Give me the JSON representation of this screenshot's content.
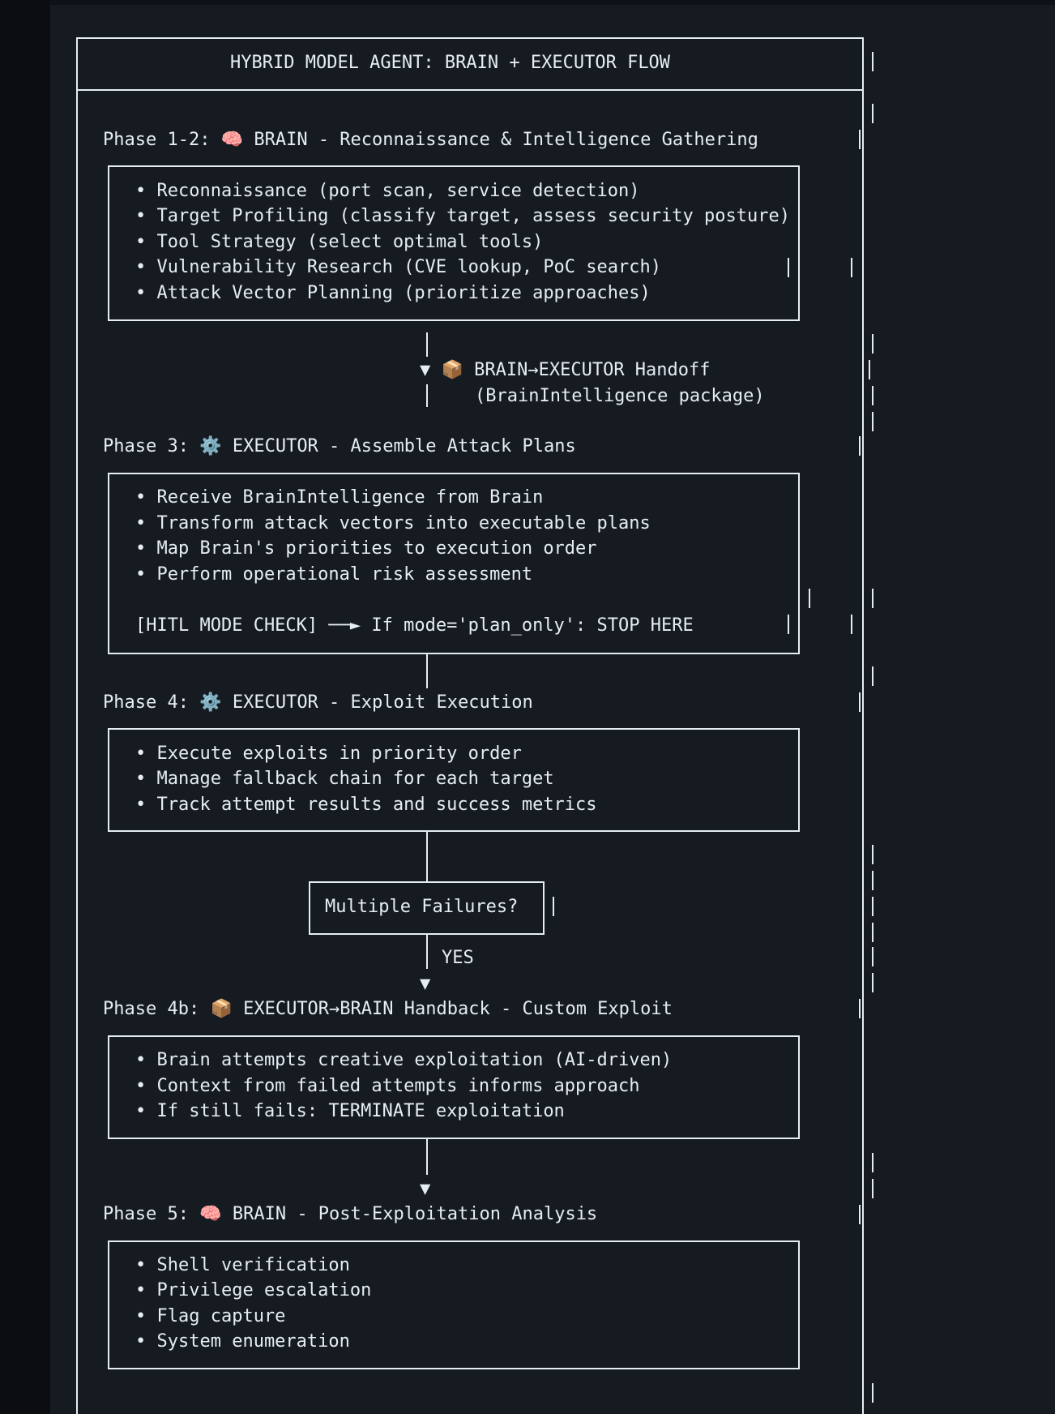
{
  "title": "HYBRID MODEL AGENT: BRAIN + EXECUTOR FLOW",
  "phases": {
    "p12": {
      "heading": "Phase 1-2: 🧠 BRAIN - Reconnaissance & Intelligence Gathering",
      "items": [
        "• Reconnaissance (port scan, service detection)",
        "• Target Profiling (classify target, assess security posture)",
        "• Tool Strategy (select optimal tools)",
        "• Vulnerability Research (CVE lookup, PoC search)",
        "• Attack Vector Planning (prioritize approaches)"
      ]
    },
    "handoff": {
      "line1": "▼ 📦 BRAIN→EXECUTOR Handoff",
      "line2": "(BrainIntelligence package)"
    },
    "p3": {
      "heading": "Phase 3: ⚙️ EXECUTOR - Assemble Attack Plans",
      "items": [
        "• Receive BrainIntelligence from Brain",
        "• Transform attack vectors into executable plans",
        "• Map Brain's priorities to execution order",
        "• Perform operational risk assessment"
      ],
      "hitl": "[HITL MODE CHECK] ──► If mode='plan_only': STOP HERE"
    },
    "p4": {
      "heading": "Phase 4: ⚙️ EXECUTOR - Exploit Execution",
      "items": [
        "• Execute exploits in priority order",
        "• Manage fallback chain for each target",
        "• Track attempt results and success metrics"
      ]
    },
    "decision": {
      "label": "Multiple Failures?",
      "yes": "YES",
      "arrow": "▼"
    },
    "p4b": {
      "heading": "Phase 4b: 📦 EXECUTOR→BRAIN Handback - Custom Exploit",
      "items": [
        "• Brain attempts creative exploitation (AI-driven)",
        "• Context from failed attempts informs approach",
        "• If still fails: TERMINATE exploitation"
      ],
      "arrow": "▼"
    },
    "p5": {
      "heading": "Phase 5: 🧠 BRAIN - Post-Exploitation Analysis",
      "items": [
        "• Shell verification",
        "• Privilege escalation",
        "• Flag capture",
        "• System enumeration"
      ]
    }
  }
}
